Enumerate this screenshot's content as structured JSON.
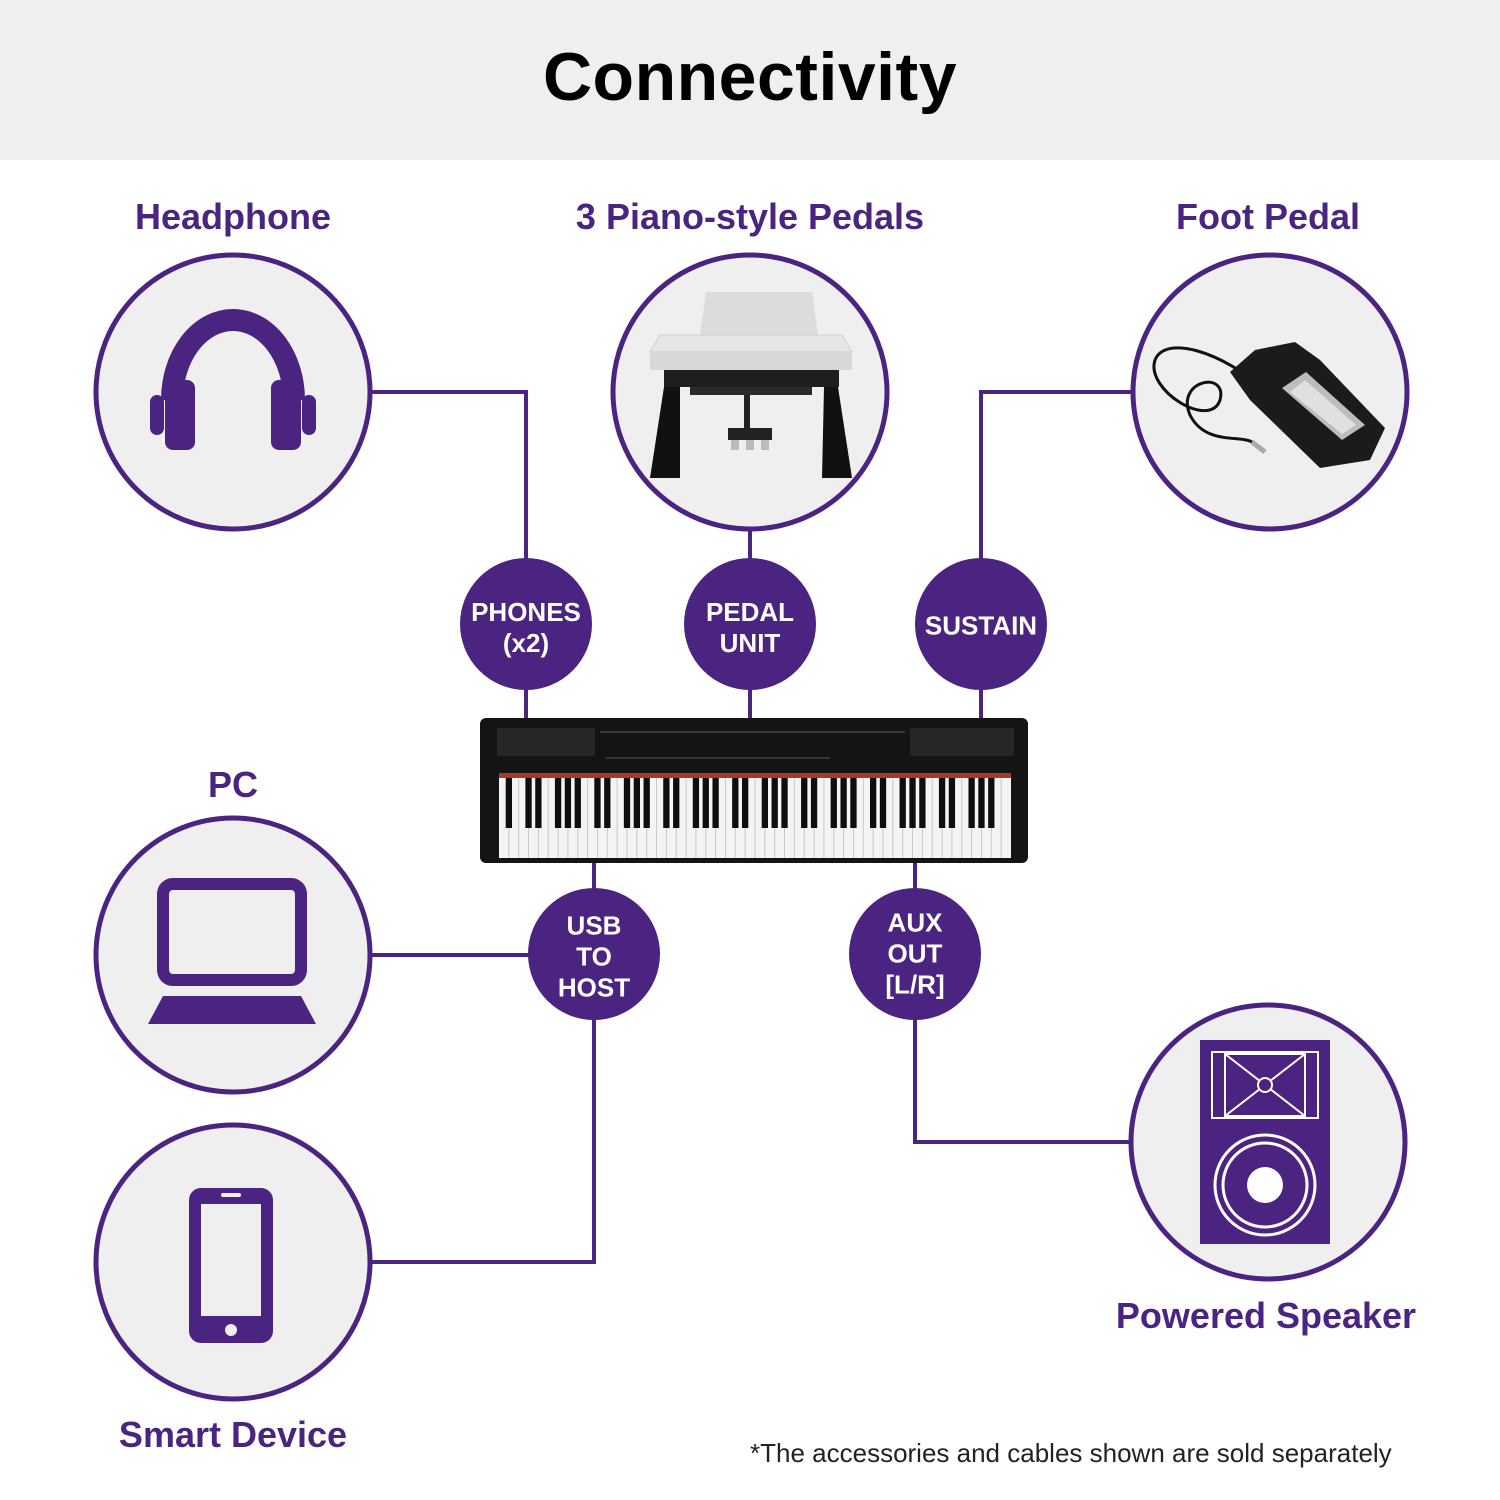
{
  "page": {
    "title": "Connectivity",
    "footnote": "*The accessories and cables shown are sold separately"
  },
  "colors": {
    "accent": "#4a2480",
    "circle_fill": "#efefef",
    "header_band": "#efefef"
  },
  "devices": {
    "headphone": {
      "label": "Headphone",
      "icon": "headphone-icon"
    },
    "pedals": {
      "label": "3 Piano-style Pedals",
      "icon": "piano-stand-pedal-unit-icon"
    },
    "foot_pedal": {
      "label": "Foot Pedal",
      "icon": "foot-pedal-icon"
    },
    "pc": {
      "label": "PC",
      "icon": "laptop-icon"
    },
    "smart_device": {
      "label": "Smart Device",
      "icon": "smartphone-icon"
    },
    "speaker": {
      "label": "Powered Speaker",
      "icon": "speaker-icon"
    }
  },
  "ports": {
    "phones": {
      "line1": "PHONES",
      "line2": "(x2)"
    },
    "pedal_unit": {
      "line1": "PEDAL",
      "line2": "UNIT"
    },
    "sustain": {
      "line1": "SUSTAIN"
    },
    "usb": {
      "line1": "USB",
      "line2": "TO",
      "line3": "HOST"
    },
    "aux": {
      "line1": "AUX",
      "line2": "OUT",
      "line3": "[L/R]"
    }
  },
  "keyboard": {
    "icon": "digital-piano-icon"
  }
}
